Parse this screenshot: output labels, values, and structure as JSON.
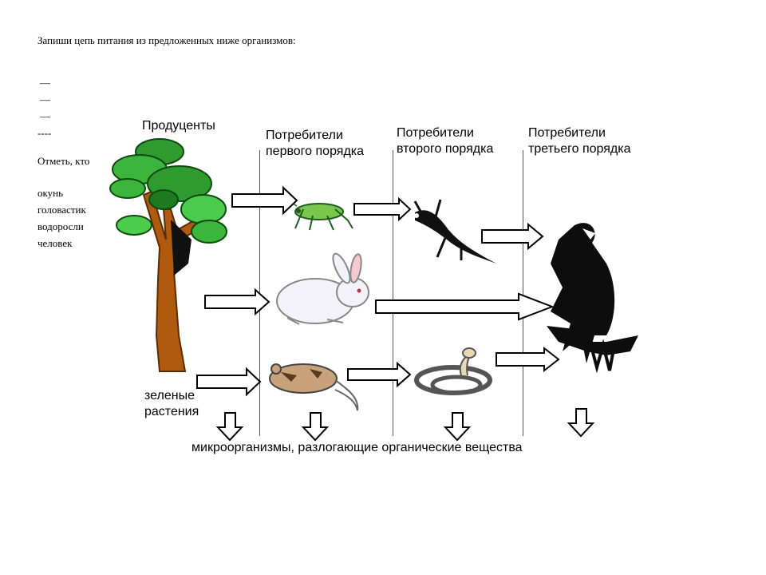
{
  "task": {
    "instruction": "Запиши цепь питания из предложенных ниже организмов:",
    "blanks": [
      "—",
      "—",
      "—",
      "----"
    ],
    "mark_prompt": "Отметь, кто",
    "organisms": [
      "окунь",
      "головастик",
      "водоросли",
      "человек"
    ]
  },
  "diagram": {
    "producers": "Продуценты",
    "consumers_1": [
      "Потребители",
      "первого порядка"
    ],
    "consumers_2": [
      "Потребители",
      "второго порядка"
    ],
    "consumers_3": [
      "Потребители",
      "третьего порядка"
    ],
    "green_plants": [
      "зеленые",
      "растения"
    ],
    "decomposers": "микроорганизмы, разлогающие органические вещества"
  }
}
